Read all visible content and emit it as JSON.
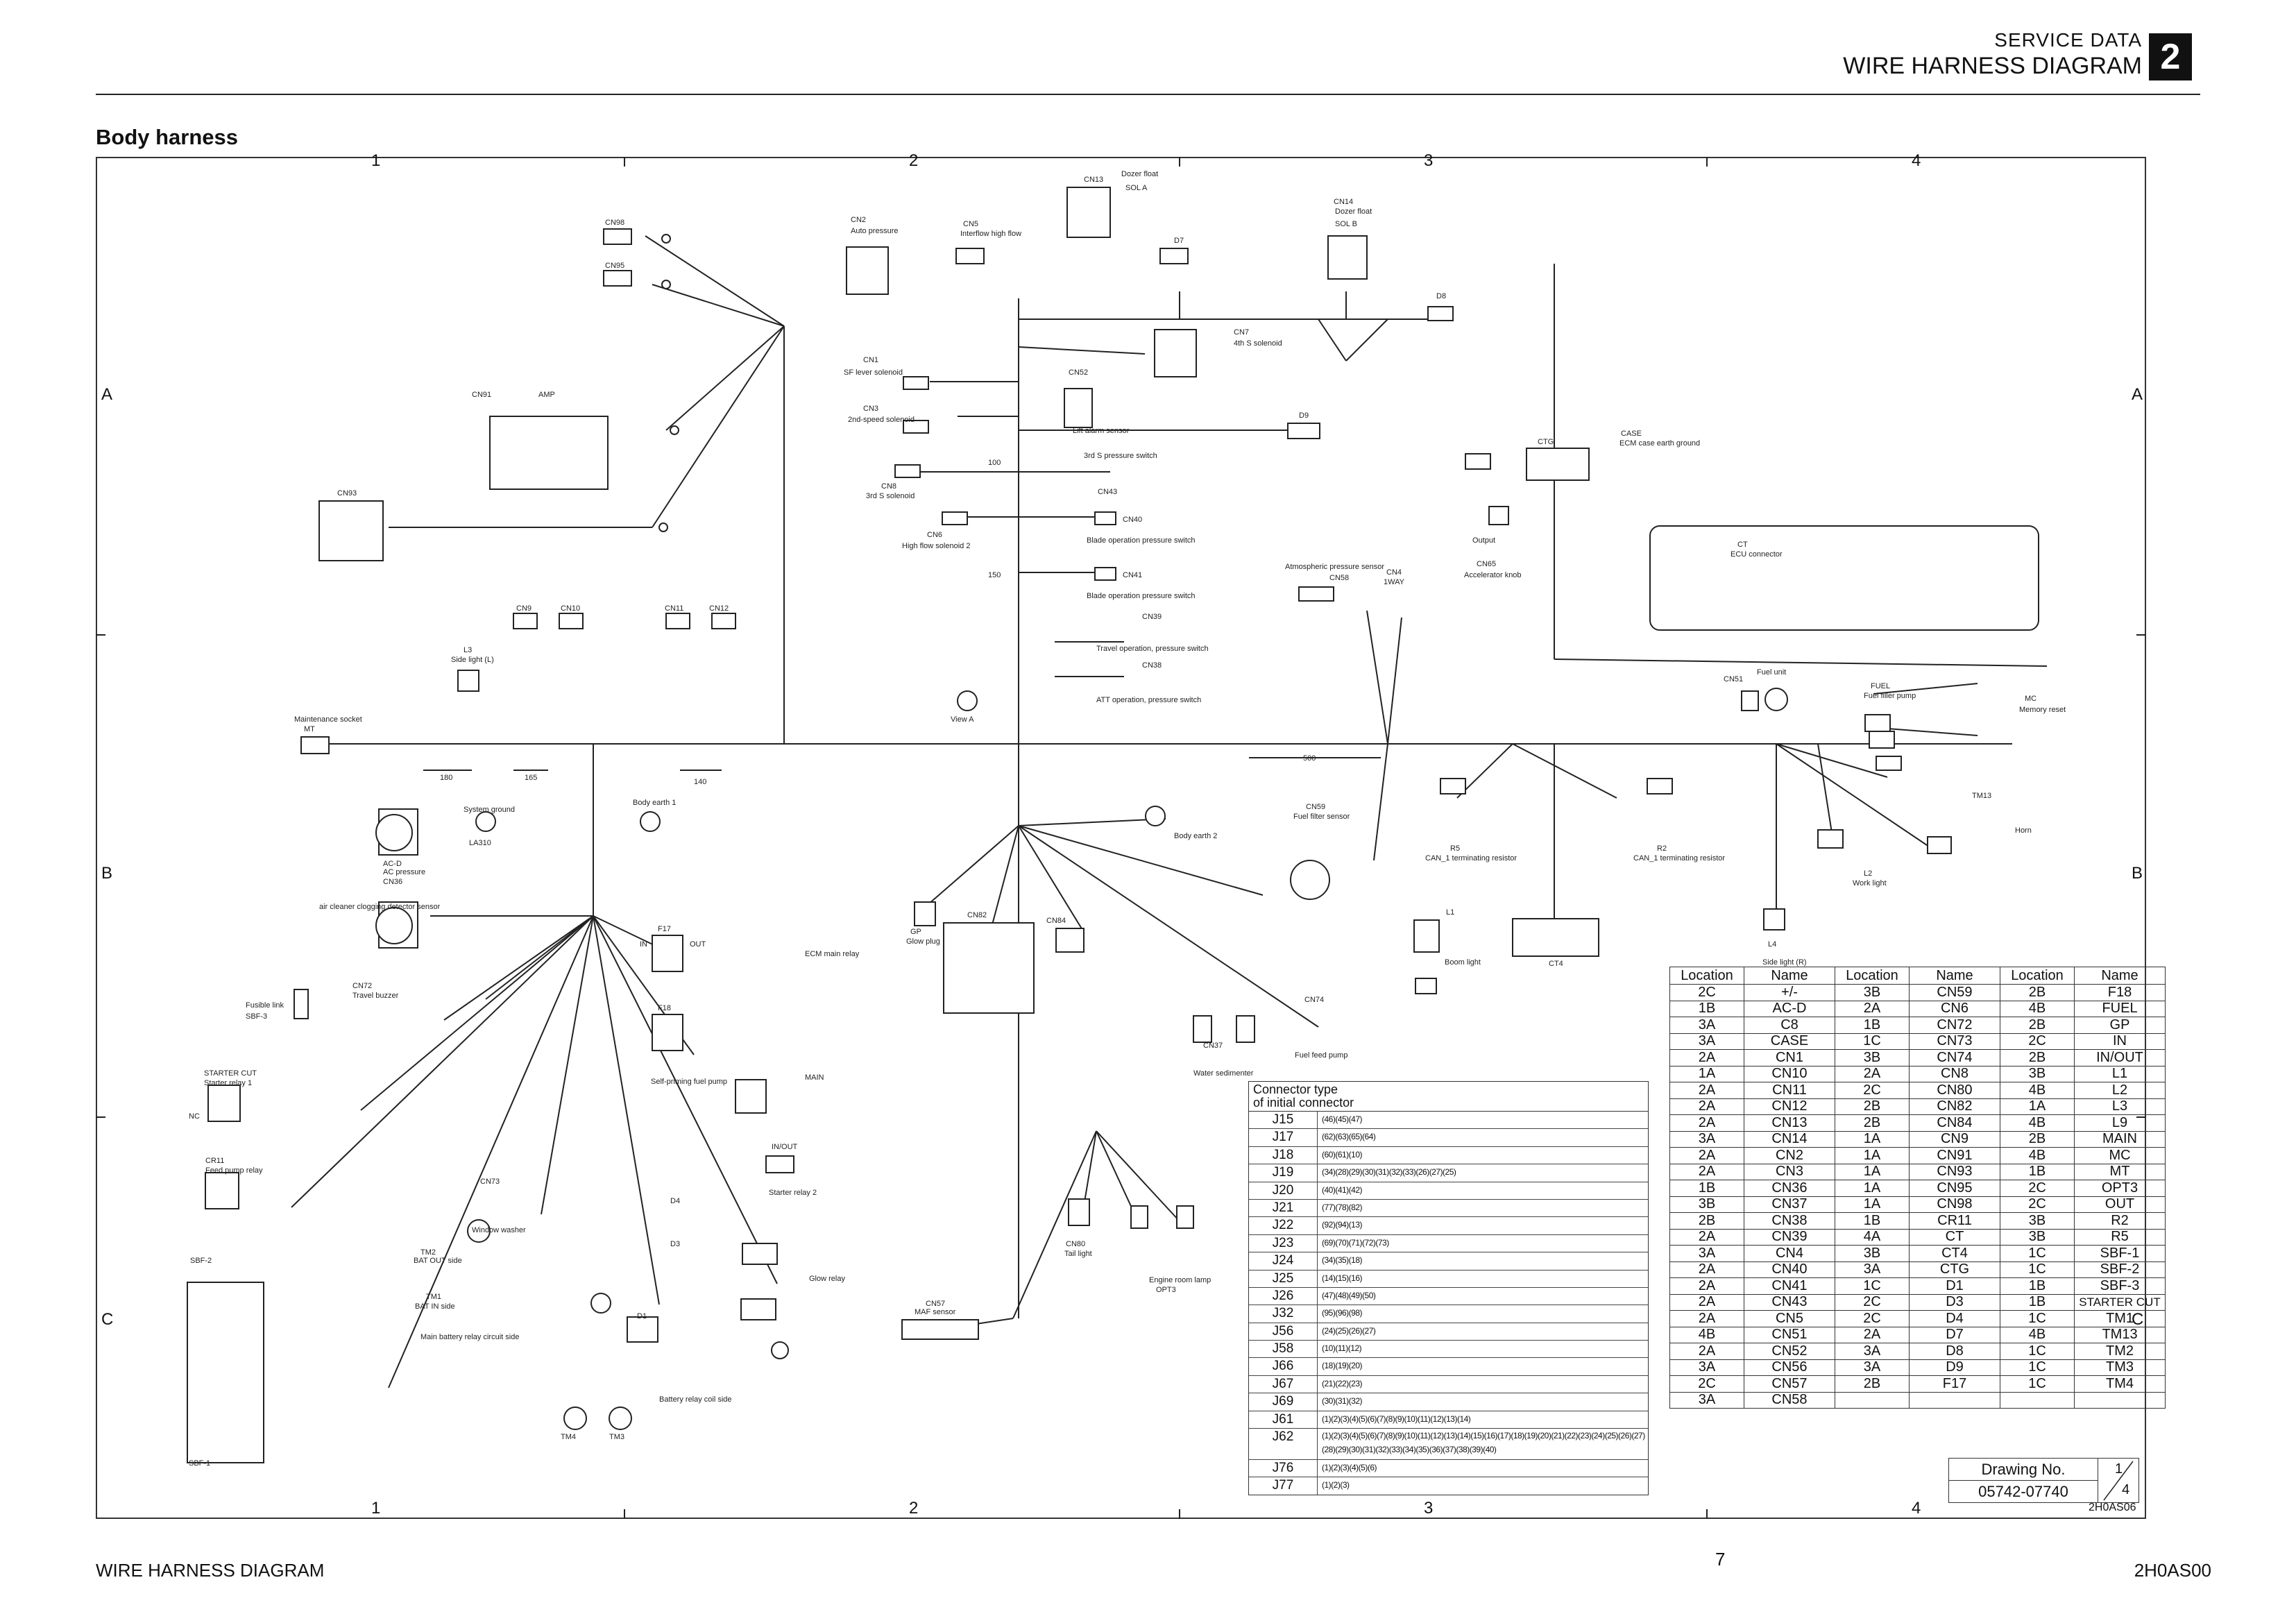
{
  "header": {
    "category": "SERVICE DATA",
    "title": "WIRE HARNESS DIAGRAM",
    "section_number": "2"
  },
  "section_title": "Body harness",
  "zones": {
    "columns": [
      "1",
      "2",
      "3",
      "4"
    ],
    "rows": [
      "A",
      "B",
      "C"
    ]
  },
  "location_table": {
    "headers": [
      "Location",
      "Name",
      "Location",
      "Name",
      "Location",
      "Name"
    ],
    "rows": [
      [
        "2C",
        "+/-",
        "3B",
        "CN59",
        "2B",
        "F18"
      ],
      [
        "1B",
        "AC-D",
        "2A",
        "CN6",
        "4B",
        "FUEL"
      ],
      [
        "3A",
        "C8",
        "1B",
        "CN72",
        "2B",
        "GP"
      ],
      [
        "3A",
        "CASE",
        "1C",
        "CN73",
        "2C",
        "IN"
      ],
      [
        "2A",
        "CN1",
        "3B",
        "CN74",
        "2B",
        "IN/OUT"
      ],
      [
        "1A",
        "CN10",
        "2A",
        "CN8",
        "3B",
        "L1"
      ],
      [
        "2A",
        "CN11",
        "2C",
        "CN80",
        "4B",
        "L2"
      ],
      [
        "2A",
        "CN12",
        "2B",
        "CN82",
        "1A",
        "L3"
      ],
      [
        "2A",
        "CN13",
        "2B",
        "CN84",
        "4B",
        "L9"
      ],
      [
        "3A",
        "CN14",
        "1A",
        "CN9",
        "2B",
        "MAIN"
      ],
      [
        "2A",
        "CN2",
        "1A",
        "CN91",
        "4B",
        "MC"
      ],
      [
        "2A",
        "CN3",
        "1A",
        "CN93",
        "1B",
        "MT"
      ],
      [
        "1B",
        "CN36",
        "1A",
        "CN95",
        "2C",
        "OPT3"
      ],
      [
        "3B",
        "CN37",
        "1A",
        "CN98",
        "2C",
        "OUT"
      ],
      [
        "2B",
        "CN38",
        "1B",
        "CR11",
        "3B",
        "R2"
      ],
      [
        "2A",
        "CN39",
        "4A",
        "CT",
        "3B",
        "R5"
      ],
      [
        "3A",
        "CN4",
        "3B",
        "CT4",
        "1C",
        "SBF-1"
      ],
      [
        "2A",
        "CN40",
        "3A",
        "CTG",
        "1C",
        "SBF-2"
      ],
      [
        "2A",
        "CN41",
        "1C",
        "D1",
        "1B",
        "SBF-3"
      ],
      [
        "2A",
        "CN43",
        "2C",
        "D3",
        "1B",
        "STARTER CUT"
      ],
      [
        "2A",
        "CN5",
        "2C",
        "D4",
        "1C",
        "TM1"
      ],
      [
        "4B",
        "CN51",
        "2A",
        "D7",
        "4B",
        "TM13"
      ],
      [
        "2A",
        "CN52",
        "3A",
        "D8",
        "1C",
        "TM2"
      ],
      [
        "3A",
        "CN56",
        "3A",
        "D9",
        "1C",
        "TM3"
      ],
      [
        "2C",
        "CN57",
        "2B",
        "F17",
        "1C",
        "TM4"
      ],
      [
        "3A",
        "CN58",
        "",
        "",
        "",
        ""
      ]
    ]
  },
  "connector_table": {
    "heading_1": "Connector type",
    "heading_2": "of initial connector",
    "rows": [
      {
        "name": "J15",
        "pins": "(46)(45)(47)"
      },
      {
        "name": "J17",
        "pins": "(62)(63)(65)(64)"
      },
      {
        "name": "J18",
        "pins": "(60)(61)(10)"
      },
      {
        "name": "J19",
        "pins": "(34)(28)(29)(30)(31)(32)(33)(26)(27)(25)"
      },
      {
        "name": "J20",
        "pins": "(40)(41)(42)"
      },
      {
        "name": "J21",
        "pins": "(77)(78)(82)"
      },
      {
        "name": "J22",
        "pins": "(92)(94)(13)"
      },
      {
        "name": "J23",
        "pins": "(69)(70)(71)(72)(73)"
      },
      {
        "name": "J24",
        "pins": "(34)(35)(18)"
      },
      {
        "name": "J25",
        "pins": "(14)(15)(16)"
      },
      {
        "name": "J26",
        "pins": "(47)(48)(49)(50)"
      },
      {
        "name": "J32",
        "pins": "(95)(96)(98)"
      },
      {
        "name": "J56",
        "pins": "(24)(25)(26)(27)"
      },
      {
        "name": "J58",
        "pins": "(10)(11)(12)"
      },
      {
        "name": "J66",
        "pins": "(18)(19)(20)"
      },
      {
        "name": "J67",
        "pins": "(21)(22)(23)"
      },
      {
        "name": "J69",
        "pins": "(30)(31)(32)"
      },
      {
        "name": "J61",
        "pins": "(1)(2)(3)(4)(5)(6)(7)(8)(9)(10)(11)(12)(13)(14)"
      },
      {
        "name": "J62",
        "pins": "(1)(2)(3)(4)(5)(6)(7)(8)(9)(10)(11)(12)(13)(14)(15)(16)(17)(18)(19)(20)(21)(22)(23)(24)(25)(26)(27)(28)(29)(30)(31)(32)(33)(34)(35)(36)(37)(38)(39)(40)"
      },
      {
        "name": "J76",
        "pins": "(1)(2)(3)(4)(5)(6)"
      },
      {
        "name": "J77",
        "pins": "(1)(2)(3)"
      }
    ]
  },
  "drawing_block": {
    "label": "Drawing No.",
    "number": "05742-07740",
    "sheet": "1",
    "of": "4"
  },
  "drawing_code": "2H0AS06",
  "footer": {
    "left": "WIRE HARNESS DIAGRAM",
    "page": "7",
    "right": "2H0AS00"
  },
  "diagram_labels": [
    {
      "id": "cn98",
      "text": "CN98"
    },
    {
      "id": "cn95",
      "text": "CN95"
    },
    {
      "id": "cn91",
      "text": "CN91"
    },
    {
      "id": "cn93",
      "text": "CN93"
    },
    {
      "id": "amp",
      "text": "AMP"
    },
    {
      "id": "cn2",
      "text": "CN2"
    },
    {
      "id": "cn2d",
      "text": "Auto pressure"
    },
    {
      "id": "cn5",
      "text": "CN5"
    },
    {
      "id": "cn5d",
      "text": "Interflow high flow"
    },
    {
      "id": "cn13",
      "text": "CN13"
    },
    {
      "id": "cn13d",
      "text": "Dozer float"
    },
    {
      "id": "sola",
      "text": "SOL A"
    },
    {
      "id": "d7",
      "text": "D7"
    },
    {
      "id": "cn14",
      "text": "CN14"
    },
    {
      "id": "cn14d",
      "text": "Dozer float"
    },
    {
      "id": "solb",
      "text": "SOL B"
    },
    {
      "id": "d8",
      "text": "D8"
    },
    {
      "id": "cn7",
      "text": "CN7"
    },
    {
      "id": "cn7d",
      "text": "4th S solenoid"
    },
    {
      "id": "cn1",
      "text": "CN1"
    },
    {
      "id": "cn1d",
      "text": "SF lever solenoid"
    },
    {
      "id": "cn52",
      "text": "CN52"
    },
    {
      "id": "cn52d",
      "text": "Lift alarm sensor"
    },
    {
      "id": "cn3",
      "text": "CN3"
    },
    {
      "id": "cn3d",
      "text": "2nd-speed solenoid"
    },
    {
      "id": "d9",
      "text": "D9"
    },
    {
      "id": "cn8",
      "text": "CN8"
    },
    {
      "id": "cn8d",
      "text": "3rd S solenoid"
    },
    {
      "id": "cn43",
      "text": "CN43"
    },
    {
      "id": "cn43d",
      "text": "3rd S pressure switch"
    },
    {
      "id": "cn6",
      "text": "CN6"
    },
    {
      "id": "cn6d",
      "text": "High flow solenoid 2"
    },
    {
      "id": "cn40",
      "text": "CN40"
    },
    {
      "id": "cn40d",
      "text": "Blade operation pressure switch"
    },
    {
      "id": "cn41",
      "text": "CN41"
    },
    {
      "id": "cn41d",
      "text": "Blade operation pressure switch"
    },
    {
      "id": "cn39",
      "text": "CN39"
    },
    {
      "id": "cn39d",
      "text": "Travel operation, pressure switch"
    },
    {
      "id": "cn38",
      "text": "CN38"
    },
    {
      "id": "cn38d",
      "text": "ATT operation, pressure switch"
    },
    {
      "id": "ctg",
      "text": "CTG"
    },
    {
      "id": "case",
      "text": "CASE"
    },
    {
      "id": "cased",
      "text": "ECM case earth ground"
    },
    {
      "id": "ct",
      "text": "CT"
    },
    {
      "id": "ctd",
      "text": "ECU connector"
    },
    {
      "id": "output",
      "text": "Output"
    },
    {
      "id": "cn65",
      "text": "CN65"
    },
    {
      "id": "cn65d",
      "text": "Accelerator knob"
    },
    {
      "id": "cn58d",
      "text": "Atmospheric pressure sensor"
    },
    {
      "id": "cn58",
      "text": "CN58"
    },
    {
      "id": "cn4",
      "text": "CN4"
    },
    {
      "id": "cn4d",
      "text": "1WAY"
    },
    {
      "id": "cn51",
      "text": "CN51"
    },
    {
      "id": "fuelu",
      "text": "Fuel unit"
    },
    {
      "id": "fuel",
      "text": "FUEL"
    },
    {
      "id": "fueld",
      "text": "Fuel filler pump"
    },
    {
      "id": "mc",
      "text": "MC"
    },
    {
      "id": "mcd",
      "text": "Memory reset"
    },
    {
      "id": "tm13",
      "text": "TM13"
    },
    {
      "id": "horn",
      "text": "Horn"
    },
    {
      "id": "l2",
      "text": "L2"
    },
    {
      "id": "l2d",
      "text": "Work light"
    },
    {
      "id": "l4",
      "text": "L4"
    },
    {
      "id": "l4d",
      "text": "Side light (R)"
    },
    {
      "id": "r2",
      "text": "R2"
    },
    {
      "id": "r2d",
      "text": "CAN_1 terminating resistor"
    },
    {
      "id": "r5",
      "text": "R5"
    },
    {
      "id": "r5d",
      "text": "CAN_1 terminating resistor"
    },
    {
      "id": "cn59",
      "text": "CN59"
    },
    {
      "id": "cn59d",
      "text": "Fuel filter sensor"
    },
    {
      "id": "ct4",
      "text": "CT4"
    },
    {
      "id": "l1",
      "text": "L1"
    },
    {
      "id": "l1d",
      "text": "Boom light"
    },
    {
      "id": "cn74",
      "text": "CN74"
    },
    {
      "id": "cn74d",
      "text": "Fuel feed pump"
    },
    {
      "id": "cn37",
      "text": "CN37"
    },
    {
      "id": "water",
      "text": "Water sedimenter"
    },
    {
      "id": "cn9",
      "text": "CN9"
    },
    {
      "id": "cn10",
      "text": "CN10"
    },
    {
      "id": "cn11",
      "text": "CN11"
    },
    {
      "id": "cn12",
      "text": "CN12"
    },
    {
      "id": "l3",
      "text": "L3"
    },
    {
      "id": "l3d",
      "text": "Side light (L)"
    },
    {
      "id": "maint",
      "text": "Maintenance socket"
    },
    {
      "id": "mt",
      "text": "MT"
    },
    {
      "id": "viewa",
      "text": "View A"
    },
    {
      "id": "sysg",
      "text": "System ground"
    },
    {
      "id": "la310",
      "text": "LA310"
    },
    {
      "id": "bodye1",
      "text": "Body earth 1"
    },
    {
      "id": "acd",
      "text": "AC-D"
    },
    {
      "id": "acdd",
      "text": "AC pressure"
    },
    {
      "id": "cn36",
      "text": "CN36"
    },
    {
      "id": "aircl",
      "text": "air cleaner clogging detector sensor"
    },
    {
      "id": "bodye2",
      "text": "Body earth 2"
    },
    {
      "id": "cn82",
      "text": "CN82"
    },
    {
      "id": "cn84",
      "text": "CN84"
    },
    {
      "id": "gp",
      "text": "GP"
    },
    {
      "id": "gpd",
      "text": "Glow plug"
    },
    {
      "id": "ecmr",
      "text": "ECM main relay"
    },
    {
      "id": "f17",
      "text": "F17"
    },
    {
      "id": "f18",
      "text": "F18"
    },
    {
      "id": "inl",
      "text": "IN"
    },
    {
      "id": "outl",
      "text": "OUT"
    },
    {
      "id": "selfp",
      "text": "Self-priming fuel pump"
    },
    {
      "id": "main",
      "text": "MAIN"
    },
    {
      "id": "inout",
      "text": "IN/OUT"
    },
    {
      "id": "starter2",
      "text": "Starter relay 2"
    },
    {
      "id": "cn72",
      "text": "CN72"
    },
    {
      "id": "cn72d",
      "text": "Travel buzzer"
    },
    {
      "id": "sbf3",
      "text": "SBF-3"
    },
    {
      "id": "fusiblel",
      "text": "Fusible link"
    },
    {
      "id": "startercut",
      "text": "STARTER CUT"
    },
    {
      "id": "starter1",
      "text": "Starter relay 1"
    },
    {
      "id": "cr11",
      "text": "CR11"
    },
    {
      "id": "cr11d",
      "text": "Feed pump relay"
    },
    {
      "id": "cn73",
      "text": "CN73"
    },
    {
      "id": "cn73d",
      "text": "Window washer"
    },
    {
      "id": "tm2",
      "text": "TM2"
    },
    {
      "id": "tm2d",
      "text": "BAT OUT side"
    },
    {
      "id": "tm1",
      "text": "TM1"
    },
    {
      "id": "tm1d",
      "text": "BAT IN side"
    },
    {
      "id": "mainbat",
      "text": "Main battery relay circuit side"
    },
    {
      "id": "d1",
      "text": "D1"
    },
    {
      "id": "d3",
      "text": "D3"
    },
    {
      "id": "d4",
      "text": "D4"
    },
    {
      "id": "glow",
      "text": "Glow relay"
    },
    {
      "id": "tm4",
      "text": "TM4"
    },
    {
      "id": "tm3",
      "text": "TM3"
    },
    {
      "id": "batcoil",
      "text": "Battery relay coil side"
    },
    {
      "id": "sbf2",
      "text": "SBF-2"
    },
    {
      "id": "sbf1",
      "text": "SBF-1"
    },
    {
      "id": "cn57",
      "text": "CN57"
    },
    {
      "id": "cn57d",
      "text": "MAF sensor"
    },
    {
      "id": "cn80",
      "text": "CN80"
    },
    {
      "id": "taill",
      "text": "Tail light"
    },
    {
      "id": "englight",
      "text": "Engine room lamp"
    },
    {
      "id": "opt3",
      "text": "OPT3"
    },
    {
      "id": "nc",
      "text": "NC"
    },
    {
      "id": "dim180",
      "text": "180"
    },
    {
      "id": "dim165",
      "text": "165"
    },
    {
      "id": "dim140",
      "text": "140"
    },
    {
      "id": "dim500",
      "text": "500"
    },
    {
      "id": "dim100",
      "text": "100"
    },
    {
      "id": "dim150",
      "text": "150"
    }
  ]
}
